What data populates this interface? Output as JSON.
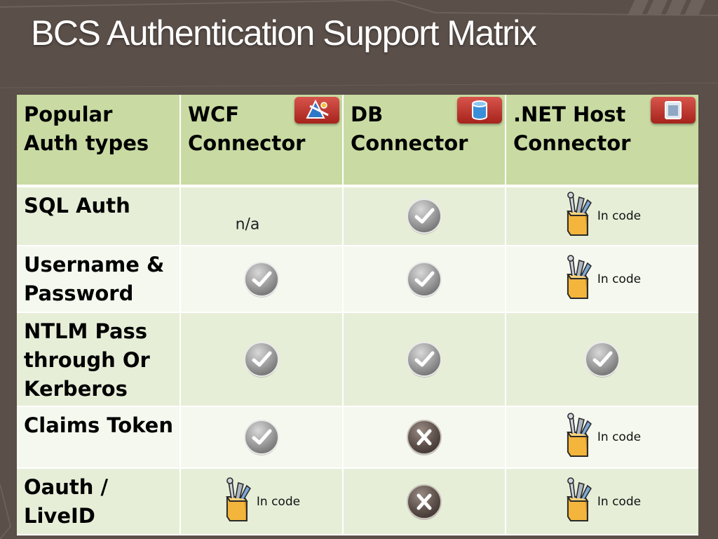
{
  "slide": {
    "title": "BCS Authentication Support Matrix"
  },
  "colors": {
    "background": "#5b4f49",
    "header_fill": "#c9dba3",
    "row_light": "#f5f8ee",
    "row_dark": "#e6eed8",
    "icon_red": "#b8322a"
  },
  "matrix": {
    "header": {
      "first": {
        "line1": "Popular",
        "line2": "Auth types"
      },
      "columns": [
        {
          "line1": "WCF",
          "line2": "Connector",
          "icon": "wcf-connector-icon"
        },
        {
          "line1": "DB",
          "line2": "Connector",
          "icon": "database-icon"
        },
        {
          "line1": ".NET Host",
          "line2": "Connector",
          "icon": "window-icon"
        }
      ]
    },
    "rows": [
      {
        "label_lines": [
          "SQL Auth"
        ],
        "cells": [
          {
            "kind": "text",
            "text": "n/a"
          },
          {
            "kind": "check"
          },
          {
            "kind": "in-code",
            "text": "In code"
          }
        ]
      },
      {
        "label_lines": [
          "Username  &",
          "Password"
        ],
        "cells": [
          {
            "kind": "check"
          },
          {
            "kind": "check"
          },
          {
            "kind": "in-code",
            "text": "In code"
          }
        ]
      },
      {
        "label_lines": [
          "NTLM Pass",
          "through Or",
          "Kerberos"
        ],
        "cells": [
          {
            "kind": "check"
          },
          {
            "kind": "check"
          },
          {
            "kind": "check"
          }
        ]
      },
      {
        "label_lines": [
          "Claims Token"
        ],
        "cells": [
          {
            "kind": "check"
          },
          {
            "kind": "cross"
          },
          {
            "kind": "in-code",
            "text": "In code"
          }
        ]
      },
      {
        "label_lines": [
          "Oauth /",
          "LiveID"
        ],
        "cells": [
          {
            "kind": "in-code",
            "text": "In code"
          },
          {
            "kind": "cross"
          },
          {
            "kind": "in-code",
            "text": "In code"
          }
        ]
      }
    ]
  }
}
